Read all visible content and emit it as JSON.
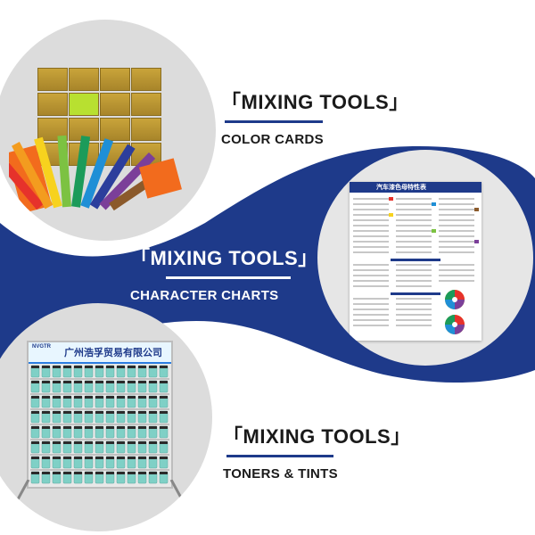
{
  "sections": [
    {
      "head": "「MIXING TOOLS」",
      "sub": "COLOR CARDS"
    },
    {
      "head": "「MIXING TOOLS」",
      "sub": "CHARACTER CHARTS"
    },
    {
      "head": "「MIXING TOOLS」",
      "sub": "TONERS & TINTS"
    }
  ],
  "chart_sheet": {
    "title": "汽车漆色母特性表"
  },
  "rack": {
    "brand": "NVGTR",
    "name": "广州浩孚贸易有限公司"
  },
  "colors": {
    "navy": "#1e3a8a",
    "grey": "#dcdcdc"
  }
}
